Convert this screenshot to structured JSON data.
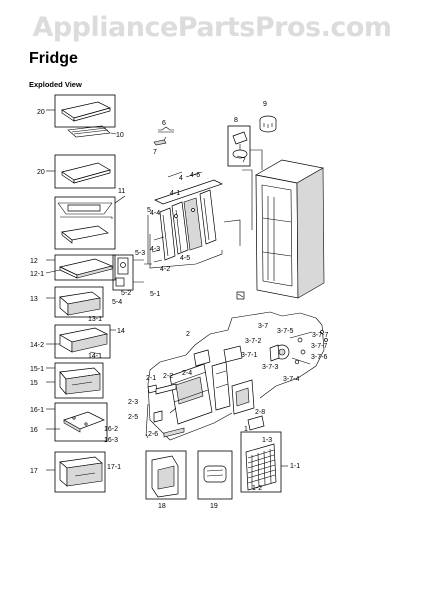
{
  "watermark": "AppliancePartsPros.com",
  "title": "Fridge",
  "subtitle": "Exploded View",
  "part_labels": {
    "p20a": "20",
    "p10": "10",
    "p20b": "20",
    "p11": "11",
    "p12": "12",
    "p12_1": "12-1",
    "p13": "13",
    "p13_1": "13-1",
    "p14": "14",
    "p14_1": "14-1",
    "p14_2": "14-2",
    "p15": "15",
    "p15_1": "15-1",
    "p16": "16",
    "p16_1": "16-1",
    "p16_2": "16-2",
    "p16_3": "16-3",
    "p17": "17",
    "p17_1": "17-1",
    "p18": "18",
    "p19": "19",
    "p6": "6",
    "p7": "7",
    "p8": "8",
    "p9": "9",
    "p4": "4",
    "p4_1": "4-1",
    "p4_2": "4-2",
    "p4_3": "4-3",
    "p4_4": "4-4",
    "p4_5": "4-5",
    "p4_6": "4-6",
    "p5": "5",
    "p5_1": "5-1",
    "p5_2": "5-2",
    "p5_3": "5-3",
    "p5_4": "5-4",
    "p2": "2",
    "p2_1": "2-1",
    "p2_2": "2-2",
    "p2_3": "2-3",
    "p2_4": "2-4",
    "p2_5": "2-5",
    "p2_6": "2-6",
    "p2_8": "2-8",
    "p3_7": "3-7",
    "p3_7_1": "3-7-1",
    "p3_7_2": "3-7-2",
    "p3_7_3": "3-7-3",
    "p3_7_4": "3-7-4",
    "p3_7_5": "3-7-5",
    "p3_7_6": "3-7-6",
    "p3_7_7a": "3-7-7",
    "p3_7_7b": "3-7-7",
    "p1": "1",
    "p1_1": "1-1",
    "p1_2": "1-2",
    "p1_3": "1-3"
  }
}
